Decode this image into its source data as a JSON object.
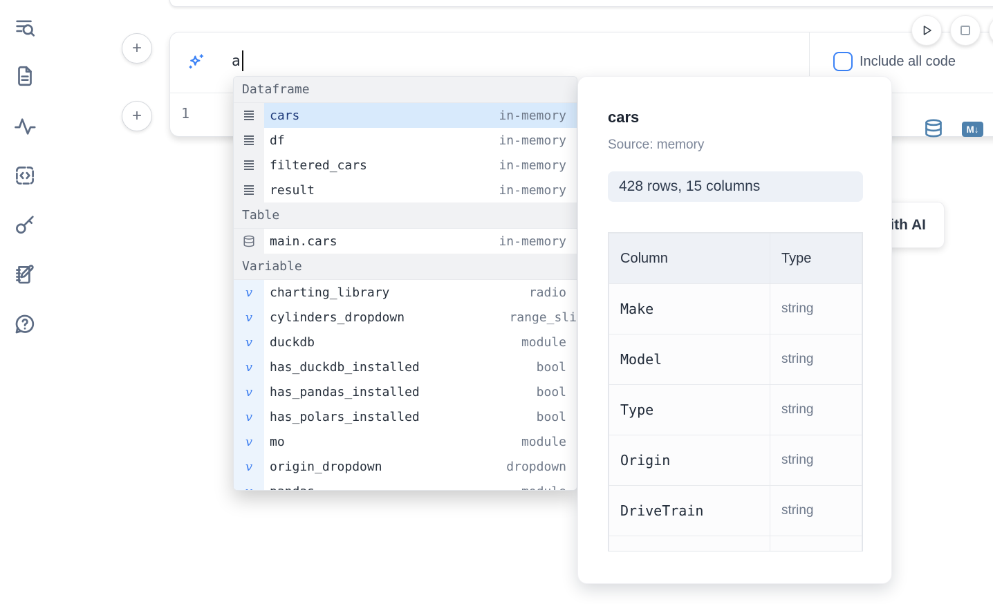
{
  "colors": {
    "accent_blue": "#3b82f6",
    "steel_blue": "#4e81ad",
    "selection_bg": "#d8eafc",
    "variable_icon_blue": "#3d7ef0"
  },
  "sidebar": {
    "icons": [
      "toc-search",
      "snippets-file",
      "tracing-activity",
      "code-snippet",
      "secrets-key",
      "scratchpad-notebook",
      "help-chat"
    ]
  },
  "add_buttons": {
    "plus_label": "+"
  },
  "prompt": {
    "value": "a",
    "include_label": "Include all code",
    "include_checked": false
  },
  "cell": {
    "line_number": "1",
    "markdown_badge": "M↓"
  },
  "ai_button_label": "Generate with AI",
  "var_icon": "v",
  "autocomplete": {
    "sections": [
      {
        "label": "Dataframe",
        "items": [
          {
            "name": "cars",
            "type": "in-memory",
            "selected": true
          },
          {
            "name": "df",
            "type": "in-memory"
          },
          {
            "name": "filtered_cars",
            "type": "in-memory"
          },
          {
            "name": "result",
            "type": "in-memory"
          }
        ]
      },
      {
        "label": "Table",
        "items": [
          {
            "name": "main.cars",
            "type": "in-memory"
          }
        ]
      },
      {
        "label": "Variable",
        "items": [
          {
            "name": "charting_library",
            "type": "radio"
          },
          {
            "name": "cylinders_dropdown",
            "type": "range_sli"
          },
          {
            "name": "duckdb",
            "type": "module"
          },
          {
            "name": "has_duckdb_installed",
            "type": "bool"
          },
          {
            "name": "has_pandas_installed",
            "type": "bool"
          },
          {
            "name": "has_polars_installed",
            "type": "bool"
          },
          {
            "name": "mo",
            "type": "module"
          },
          {
            "name": "origin_dropdown",
            "type": "dropdown"
          },
          {
            "name": "pandas",
            "type": "module"
          }
        ]
      }
    ]
  },
  "panel": {
    "title": "cars",
    "source_label": "Source: memory",
    "shape_badge": "428 rows, 15 columns",
    "table": {
      "col_header": "Column",
      "type_header": "Type",
      "columns": [
        {
          "name": "Make",
          "type": "string"
        },
        {
          "name": "Model",
          "type": "string"
        },
        {
          "name": "Type",
          "type": "string"
        },
        {
          "name": "Origin",
          "type": "string"
        },
        {
          "name": "DriveTrain",
          "type": "string"
        }
      ]
    }
  }
}
